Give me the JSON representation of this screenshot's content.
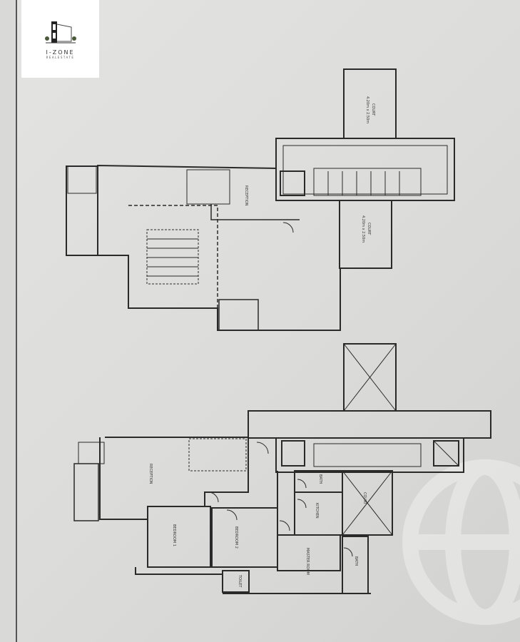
{
  "logo": {
    "name": "I-ZONE",
    "subtitle": "REALESTATE"
  },
  "upper_floor": {
    "rooms": [
      {
        "name": "COURT",
        "dims": "4.20m x 2.50m"
      },
      {
        "name": "RECEPTION"
      },
      {
        "name": "COURT",
        "dims": "4.20m x 2.50m"
      }
    ]
  },
  "lower_floor": {
    "rooms": [
      {
        "name": "RECEPTION"
      },
      {
        "name": "BEDROOM 1"
      },
      {
        "name": "BEDROOM 2"
      },
      {
        "name": "BATH"
      },
      {
        "name": "KITCHEN"
      },
      {
        "name": "MASTER ROOM"
      },
      {
        "name": "COURT"
      },
      {
        "name": "BATH"
      },
      {
        "name": "TOILET"
      }
    ]
  },
  "colors": {
    "line": "#2a2a2a",
    "paper": "#dedede"
  }
}
